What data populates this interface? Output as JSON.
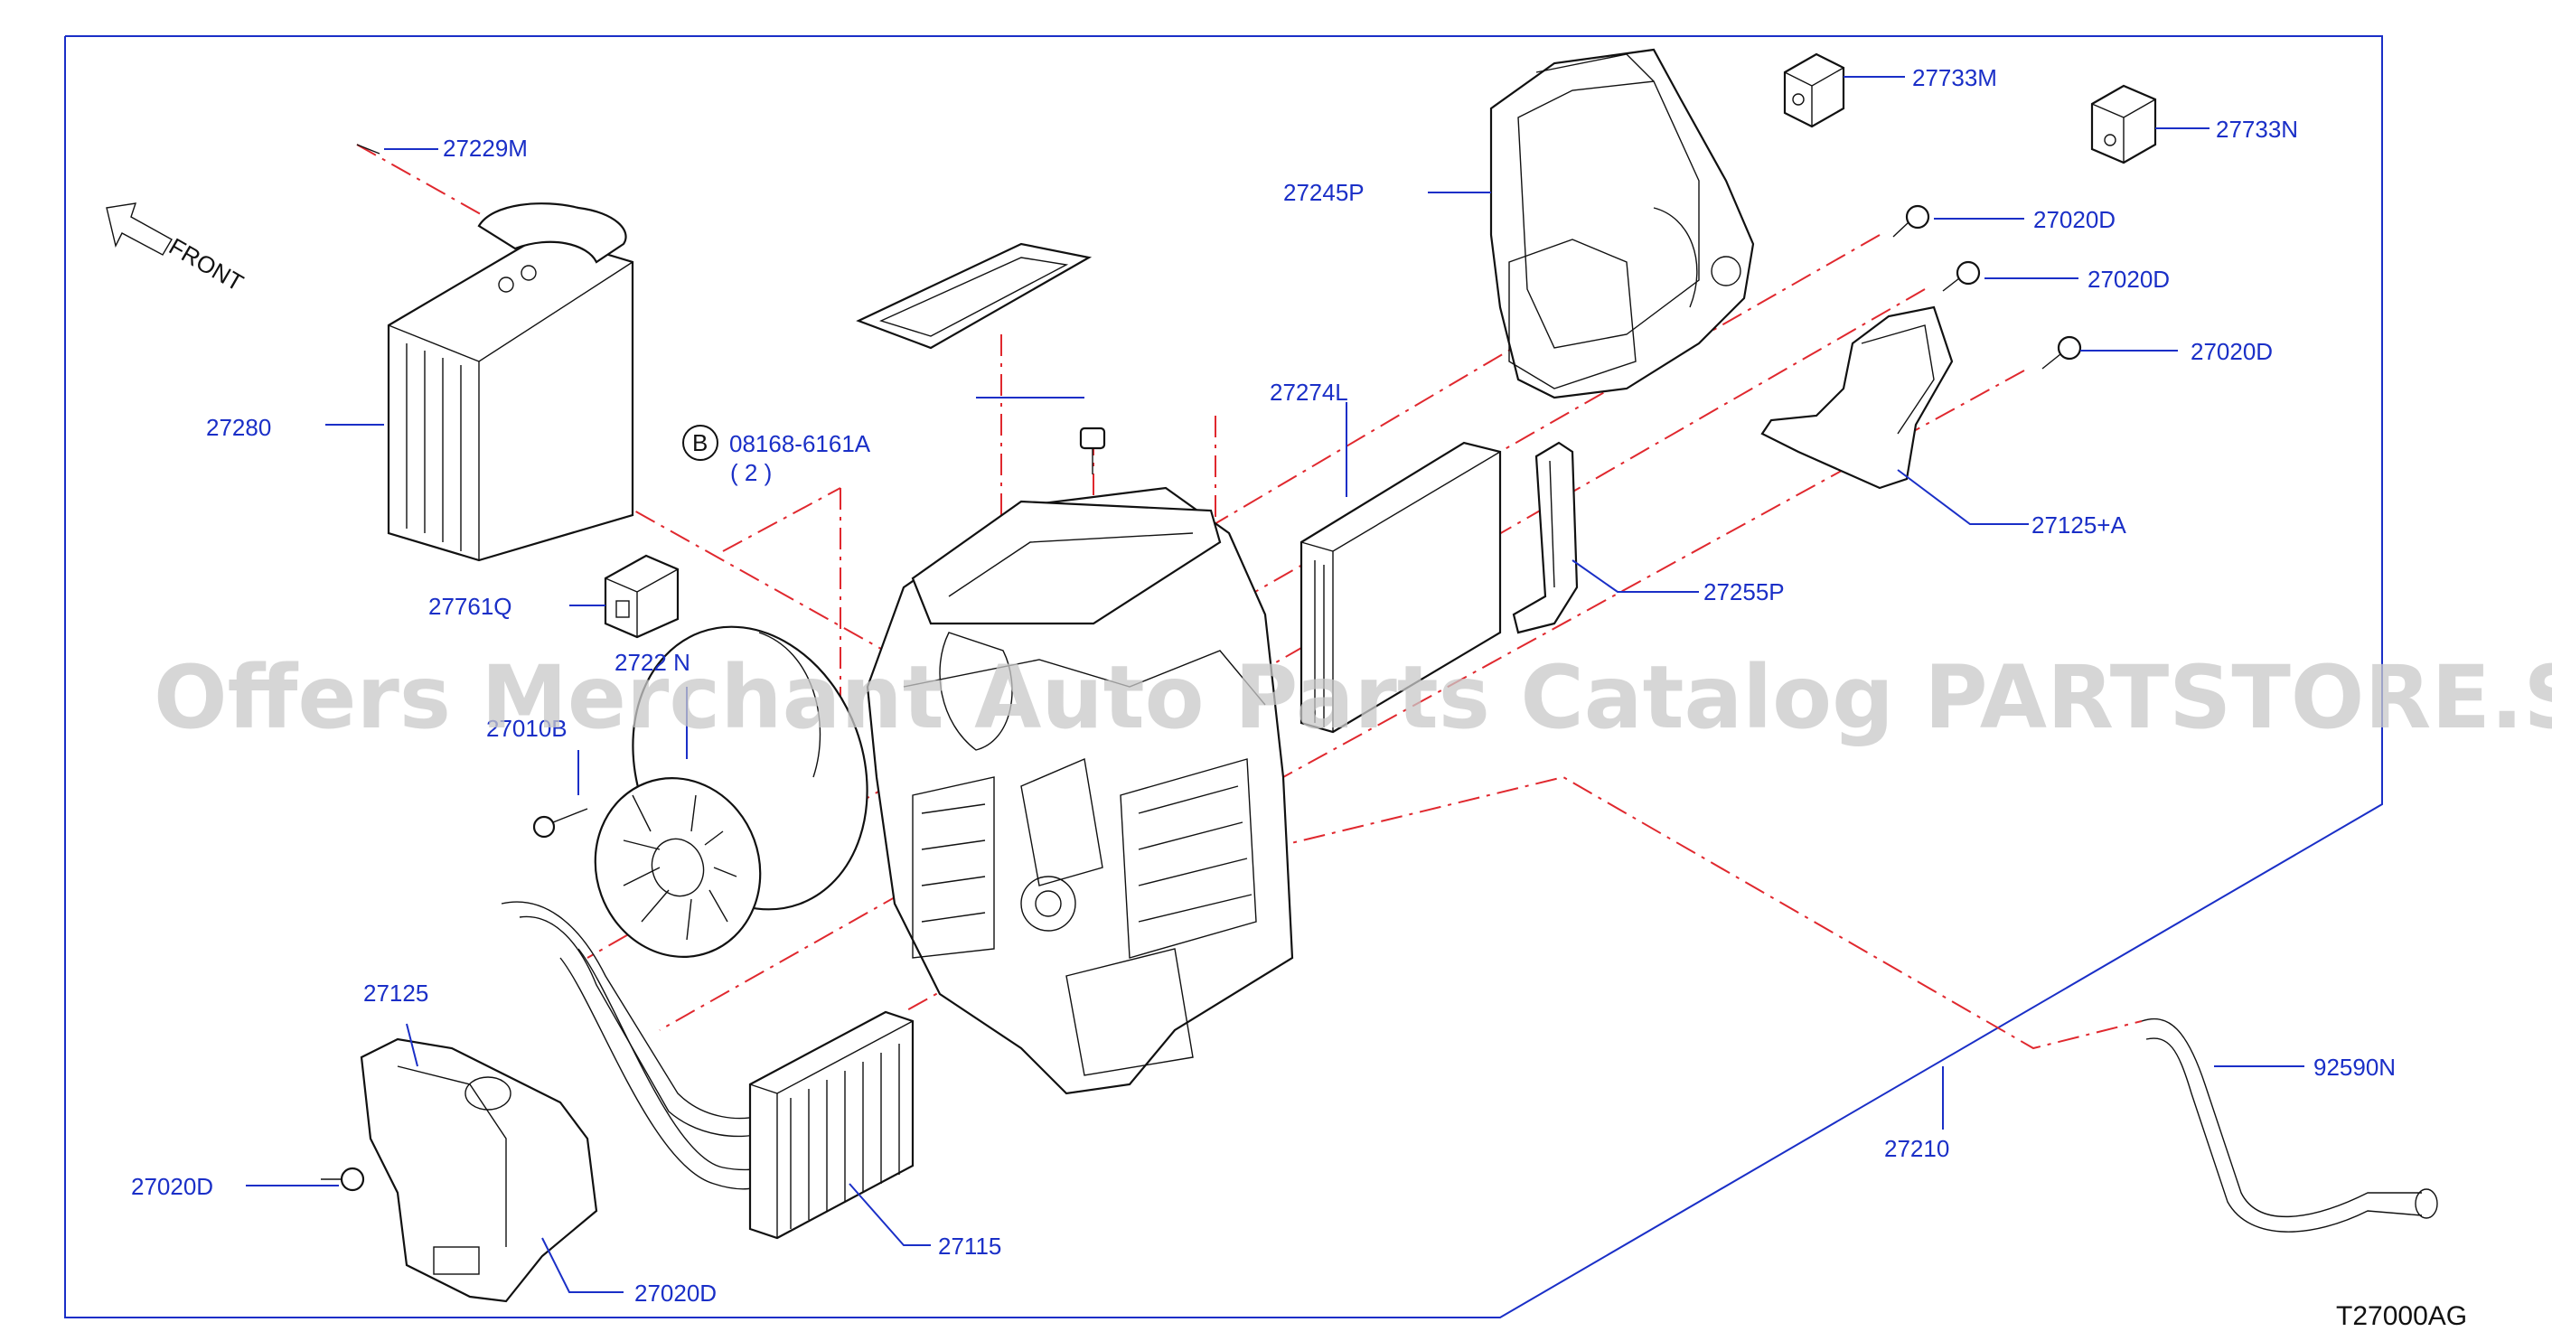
{
  "watermark": "Offers Merchant Auto Parts Catalog PARTSTORE.SA",
  "diagram_code": "T27000AG",
  "front_label": "FRONT",
  "part_labels": {
    "p27229M": "27229M",
    "p27280": "27280",
    "p08168": "08168-6161A",
    "qty": "( 2 )",
    "callout_b": "B",
    "p27761Q": "27761Q",
    "p2722N": "2722 N",
    "p27010B": "27010B",
    "p27245P": "27245P",
    "p27274L": "27274L",
    "p27255P": "27255P",
    "p27733M": "27733M",
    "p27733N": "27733N",
    "p27020D_1": "27020D",
    "p27020D_2": "27020D",
    "p27020D_3": "27020D",
    "p27020D_4": "27020D",
    "p27020D_5": "27020D",
    "p27125A": "27125+A",
    "p27125": "27125",
    "p27115": "27115",
    "p27210": "27210",
    "p92590N": "92590N"
  }
}
